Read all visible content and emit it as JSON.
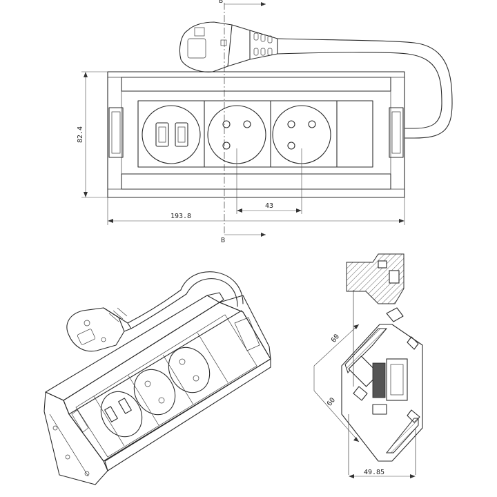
{
  "dimensions": {
    "height": "82.4",
    "width": "193.8",
    "socket_pitch": "43",
    "depth": "49.85",
    "angle_face_1": "60",
    "angle_face_2": "60"
  },
  "section_labels": {
    "top": "B",
    "bottom": "B"
  }
}
